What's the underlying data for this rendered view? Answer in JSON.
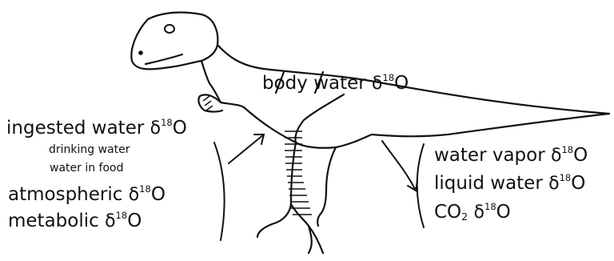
{
  "symbols": {
    "delta": "δ",
    "isotope": "18",
    "oxygen": "O"
  },
  "body_water": {
    "text": "body water"
  },
  "ingested": {
    "heading": "ingested water",
    "sub1": "drinking water",
    "sub2": "water in food",
    "atmospheric": "atmospheric",
    "metabolic": "metabolic"
  },
  "outputs": {
    "vapor": "water vapor",
    "liquid": "liquid water",
    "co2_base": "CO",
    "co2_sub": "2"
  }
}
